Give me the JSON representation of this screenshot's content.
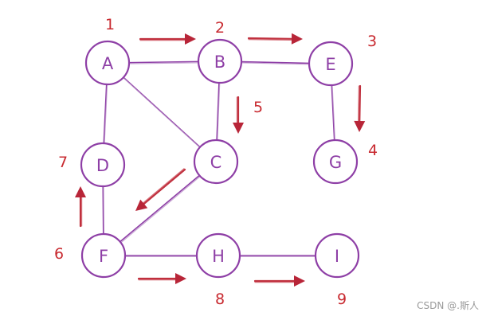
{
  "nodes": [
    {
      "id": "A",
      "label": "A",
      "order": "1"
    },
    {
      "id": "B",
      "label": "B",
      "order": "2"
    },
    {
      "id": "E",
      "label": "E",
      "order": "3"
    },
    {
      "id": "G",
      "label": "G",
      "order": "4"
    },
    {
      "id": "C",
      "label": "C",
      "order": "5"
    },
    {
      "id": "F",
      "label": "F",
      "order": "6"
    },
    {
      "id": "D",
      "label": "D",
      "order": "7"
    },
    {
      "id": "H",
      "label": "H",
      "order": "8"
    },
    {
      "id": "I",
      "label": "I",
      "order": "9"
    }
  ],
  "edges": [
    {
      "from": "A",
      "to": "B"
    },
    {
      "from": "A",
      "to": "D"
    },
    {
      "from": "A",
      "to": "C"
    },
    {
      "from": "B",
      "to": "E"
    },
    {
      "from": "B",
      "to": "C"
    },
    {
      "from": "E",
      "to": "G"
    },
    {
      "from": "D",
      "to": "F"
    },
    {
      "from": "C",
      "to": "F"
    },
    {
      "from": "F",
      "to": "H"
    },
    {
      "from": "H",
      "to": "I"
    }
  ],
  "traversal_steps": [
    {
      "from": "A",
      "to": "B"
    },
    {
      "from": "B",
      "to": "E"
    },
    {
      "from": "E",
      "to": "G"
    },
    {
      "from": "B",
      "to": "C"
    },
    {
      "from": "C",
      "to": "F"
    },
    {
      "from": "F",
      "to": "D"
    },
    {
      "from": "F",
      "to": "H"
    },
    {
      "from": "H",
      "to": "I"
    }
  ],
  "colors": {
    "node_stroke": "#8e3fa6",
    "arrow": "#c0303e",
    "order_text": "#c82a30",
    "watermark": "#9a9a9a"
  },
  "watermark": "CSDN @.斯人"
}
